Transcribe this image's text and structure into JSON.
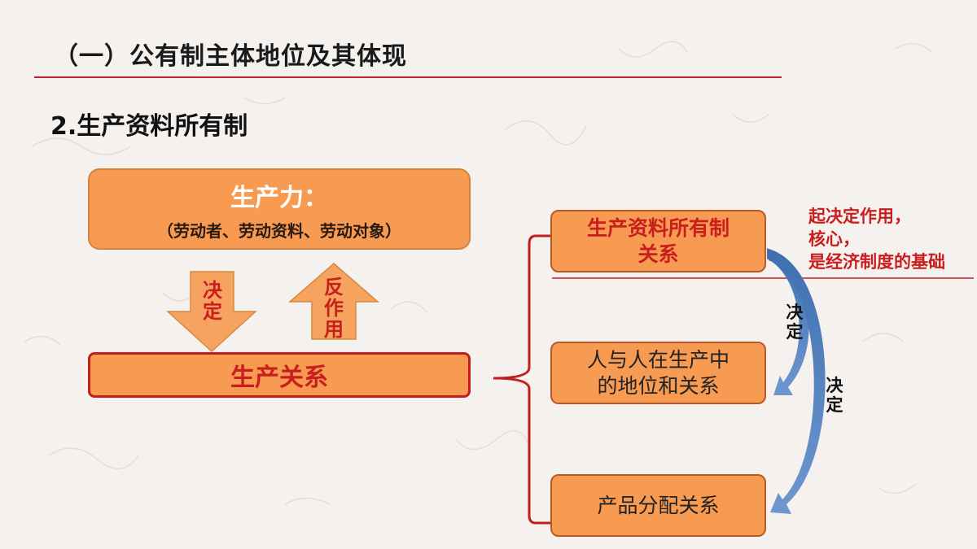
{
  "header": {
    "title": "（一）公有制主体地位及其体现"
  },
  "section": {
    "subtitle": "2.生产资料所有制"
  },
  "diagram": {
    "productive_forces": {
      "label": "生产力：",
      "detail": "（劳动者、劳动资料、劳动对象）"
    },
    "relations_of_production": {
      "label": "生产关系"
    },
    "arrow_down": {
      "chars": [
        "决",
        "定"
      ]
    },
    "arrow_up": {
      "chars": [
        "反",
        "作",
        "用"
      ]
    },
    "components": [
      {
        "lines": [
          "生产资料所有制",
          "关系"
        ]
      },
      {
        "lines": [
          "人与人在生产中",
          "的地位和关系"
        ]
      },
      {
        "lines": [
          "产品分配关系"
        ]
      }
    ],
    "note": {
      "lines": [
        "起决定作用，",
        "核心，",
        "是经济制度的基础"
      ]
    },
    "decide_inner": {
      "chars": [
        "决",
        "定"
      ]
    },
    "decide_outer": {
      "chars": [
        "决",
        "定"
      ]
    }
  },
  "colors": {
    "box_fill": "#f79a52",
    "accent_red": "#c81e1e",
    "curve_blue": "#4a78b8",
    "arrow_fill": "#f5a35e"
  }
}
